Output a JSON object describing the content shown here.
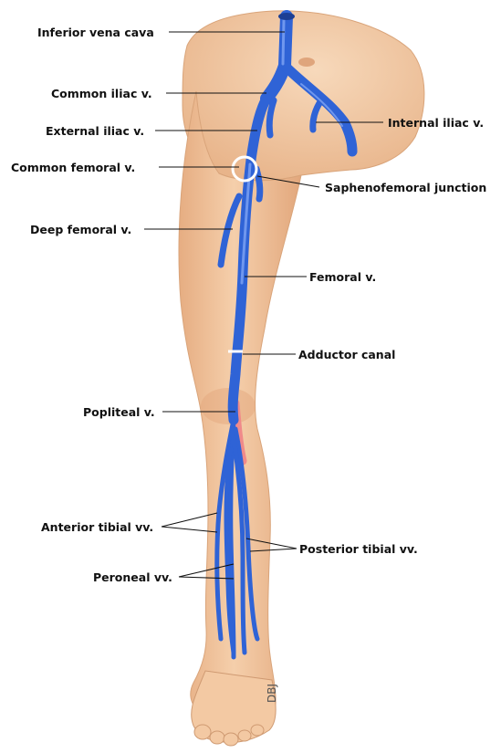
{
  "labels": {
    "inferior_vena_cava": "Inferior vena cava",
    "common_iliac": "Common iliac v.",
    "external_iliac": "External iliac v.",
    "internal_iliac": "Internal iliac v.",
    "common_femoral": "Common femoral v.",
    "saphenofemoral_junction": "Saphenofemoral junction",
    "deep_femoral": "Deep femoral v.",
    "femoral": "Femoral v.",
    "adductor_canal": "Adductor canal",
    "popliteal": "Popliteal v.",
    "anterior_tibial": "Anterior tibial vv.",
    "posterior_tibial": "Posterior tibial vv.",
    "peroneal": "Peroneal vv."
  },
  "signature": "DBJ",
  "colors": {
    "vein": "#2f63d6",
    "vein_highlight": "#6f97ee",
    "skin": "#f2c49b",
    "skin_shadow": "#d9a47a",
    "artery": "#f08a8a"
  }
}
